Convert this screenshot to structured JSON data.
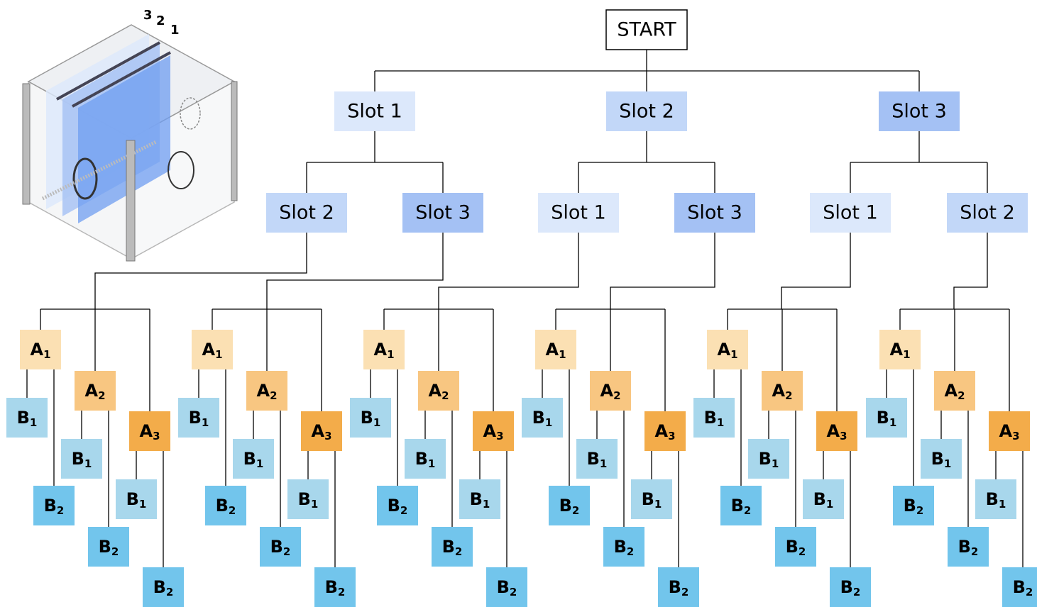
{
  "illustration": {
    "slot_numbers": [
      "3",
      "2",
      "1"
    ]
  },
  "tree": {
    "root": "START",
    "level1": [
      "Slot 1",
      "Slot 2",
      "Slot 3"
    ],
    "level2": [
      [
        "Slot 2",
        "Slot 3"
      ],
      [
        "Slot 1",
        "Slot 3"
      ],
      [
        "Slot 1",
        "Slot 2"
      ]
    ],
    "a_labels": {
      "main": "A",
      "subs": [
        "1",
        "2",
        "3"
      ]
    },
    "b_labels": {
      "main": "B",
      "subs": [
        "1",
        "2"
      ]
    },
    "colors": {
      "slot1": "#dce8fb",
      "slot2": "#c2d7f8",
      "slot3": "#a4c1f4",
      "a1": "#fbe0b3",
      "a2": "#f8c681",
      "a3": "#f3ac4a",
      "b1": "#a8d7ec",
      "b2": "#72c5ec",
      "line": "#000000",
      "root_border": "#000000"
    }
  }
}
